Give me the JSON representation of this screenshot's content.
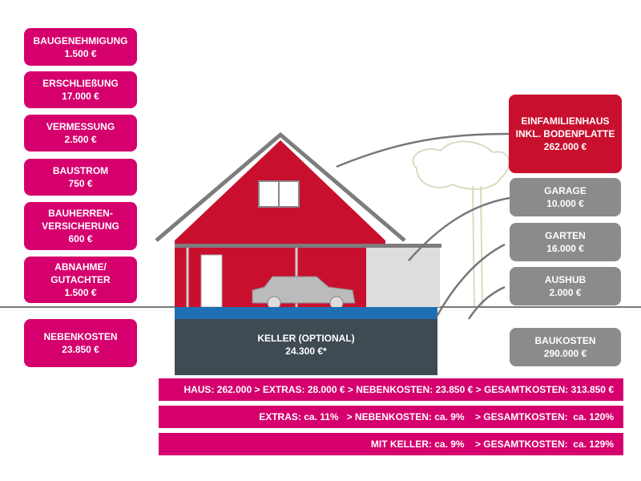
{
  "left": [
    {
      "label": "BAUGENEHMIGUNG",
      "value": "1.500 €"
    },
    {
      "label": "ERSCHLIEßUNG",
      "value": "17.000 €"
    },
    {
      "label": "VERMESSUNG",
      "value": "2.500 €"
    },
    {
      "label": "BAUSTROM",
      "value": "750 €"
    },
    {
      "label": "BAUHERREN-",
      "label2": "VERSICHERUNG",
      "value": "600 €"
    },
    {
      "label": "ABNAHME/",
      "label2": "GUTACHTER",
      "value": "1.500 €"
    },
    {
      "label": "NEBENKOSTEN",
      "value": "23.850 €"
    }
  ],
  "right": [
    {
      "label": "EINFAMILIENHAUS",
      "label2": "INKL. BODENPLATTE",
      "value": "262.000 €"
    },
    {
      "label": "GARAGE",
      "value": "10.000 €"
    },
    {
      "label": "GARTEN",
      "value": "16.000 €"
    },
    {
      "label": "AUSHUB",
      "value": "2.000 €"
    },
    {
      "label": "BAUKOSTEN",
      "value": "290.000 €"
    }
  ],
  "keller": {
    "label": "KELLER (OPTIONAL)",
    "value": "24.300 €*"
  },
  "bars": [
    "HAUS: 262.000 > EXTRAS: 28.000 € > NEBENKOSTEN: 23.850 € > GESAMTKOSTEN: 313.850 €",
    "EXTRAS: ca. 11%   > NEBENKOSTEN: ca. 9%    > GESAMTKOSTEN:  ca. 120%",
    "MIT KELLER: ca. 9%    > GESAMTKOSTEN:  ca. 129%"
  ],
  "colors": {
    "magenta": "#d5006e",
    "red": "#c8102e",
    "gray": "#8b8b8b",
    "keller": "#3e4b53",
    "blue": "#1f6fb3"
  }
}
